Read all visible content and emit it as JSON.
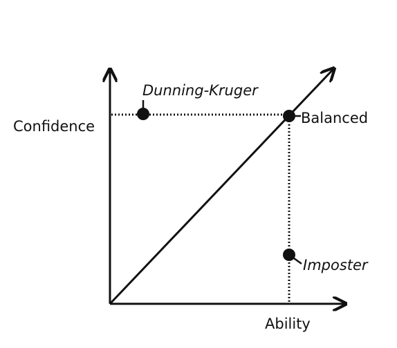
{
  "axes": {
    "y_label": "Confidence",
    "x_label": "Ability"
  },
  "points": {
    "dunning_kruger": {
      "label": "Dunning-Kruger",
      "ability": "low",
      "confidence": "high"
    },
    "balanced": {
      "label": "Balanced",
      "ability": "high",
      "confidence": "high"
    },
    "imposter": {
      "label": "Imposter",
      "ability": "high",
      "confidence": "low"
    }
  },
  "colors": {
    "ink": "#111111",
    "background": "#ffffff"
  }
}
